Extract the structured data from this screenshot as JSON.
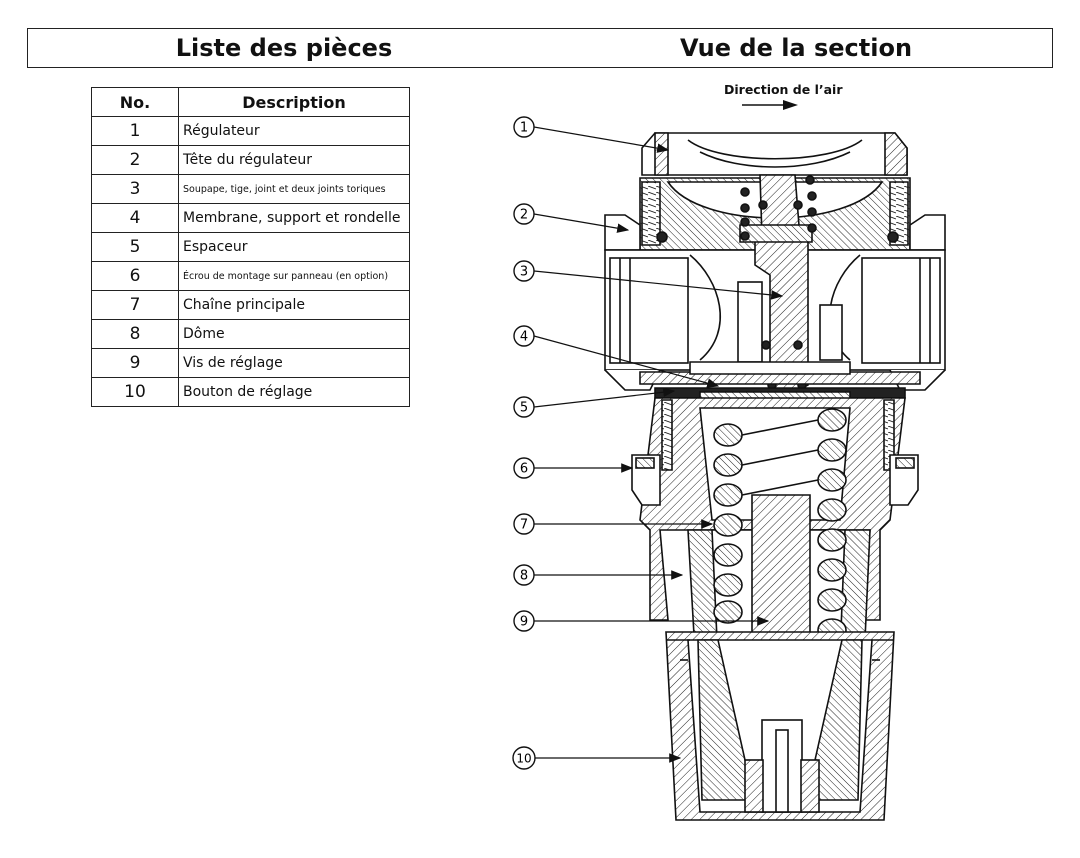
{
  "header": {
    "left_title": "Liste des pièces",
    "right_title": "Vue de la section"
  },
  "table": {
    "columns": [
      "No.",
      "Description"
    ],
    "rows": [
      {
        "no": "1",
        "desc": "Régulateur"
      },
      {
        "no": "2",
        "desc": "Tête du régulateur"
      },
      {
        "no": "3",
        "desc": "Soupape, tige, joint et deux joints toriques"
      },
      {
        "no": "4",
        "desc": "Membrane, support et rondelle"
      },
      {
        "no": "5",
        "desc": "Espaceur"
      },
      {
        "no": "6",
        "desc": "Écrou de montage sur panneau (en option)"
      },
      {
        "no": "7",
        "desc": "Chaîne principale"
      },
      {
        "no": "8",
        "desc": "Dôme"
      },
      {
        "no": "9",
        "desc": "Vis de réglage"
      },
      {
        "no": "10",
        "desc": "Bouton de réglage"
      }
    ]
  },
  "diagram": {
    "air_direction_label": "Direction de l’air",
    "callouts": [
      "1",
      "2",
      "3",
      "4",
      "5",
      "6",
      "7",
      "8",
      "9",
      "10"
    ]
  }
}
